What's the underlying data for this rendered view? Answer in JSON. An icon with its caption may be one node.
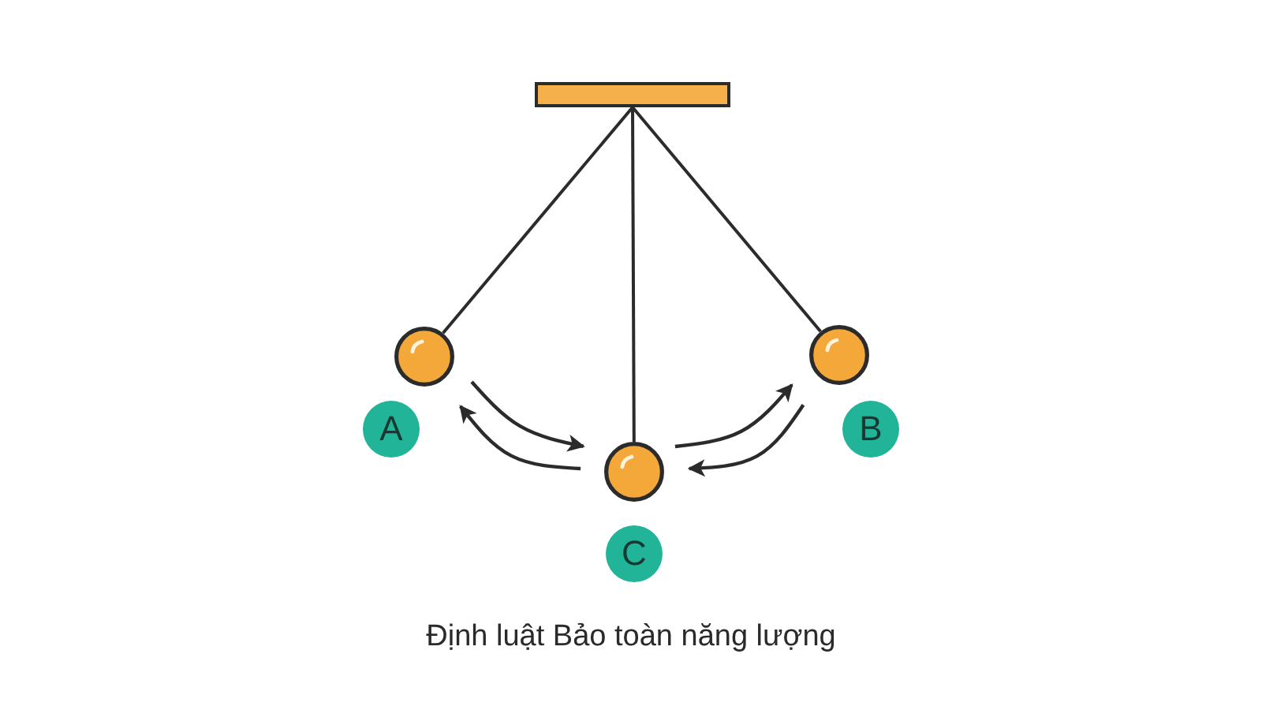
{
  "diagram": {
    "caption": "Định luật Bảo toàn năng lượng",
    "nodes": [
      {
        "text": [],
        "shape": "bar"
      },
      {
        "text": [],
        "shape": "circle"
      },
      {
        "text": [],
        "shape": "circle"
      },
      {
        "text": [],
        "shape": "circle"
      },
      {
        "text": [
          "A"
        ]
      },
      {
        "text": [
          "B"
        ]
      },
      {
        "text": [
          "C"
        ]
      }
    ],
    "edges": [
      {
        "from": 0,
        "to": 1,
        "arrow": "none"
      },
      {
        "from": 0,
        "to": 3,
        "arrow": "none"
      },
      {
        "from": 0,
        "to": 2,
        "arrow": "none"
      },
      {
        "from": 1,
        "to": 3,
        "arrow": "to"
      },
      {
        "from": 3,
        "to": 1,
        "arrow": "to"
      },
      {
        "from": 3,
        "to": 2,
        "arrow": "to"
      },
      {
        "from": 2,
        "to": 3,
        "arrow": "to"
      }
    ]
  }
}
